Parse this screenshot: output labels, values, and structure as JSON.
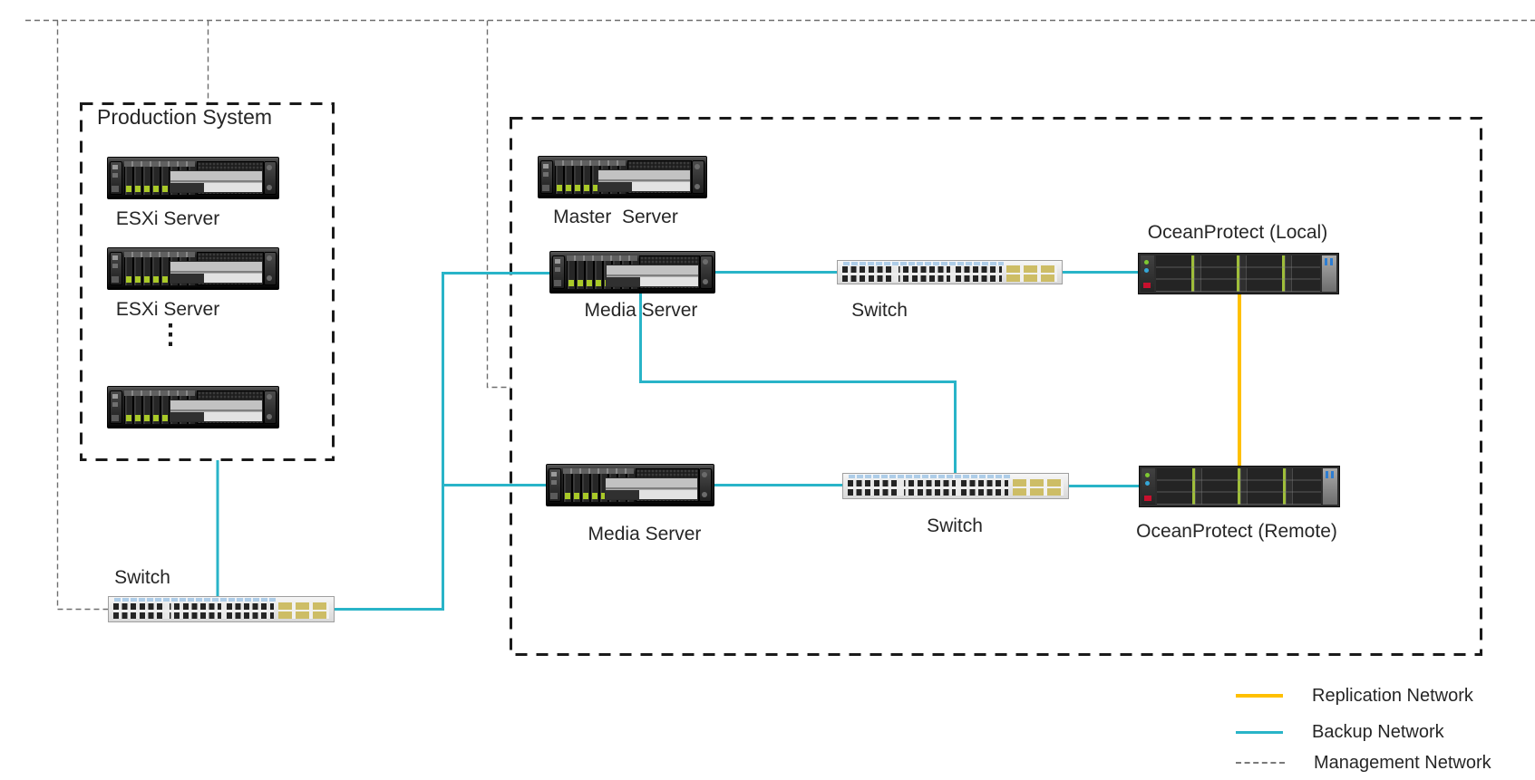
{
  "colors": {
    "replication": "#FFC000",
    "backup": "#29B4C8",
    "management": "#6E6E6E",
    "box": "#1A1A1A",
    "text": "#262626"
  },
  "production": {
    "title": "Production System",
    "esxi1_label": "ESXi Server",
    "esxi2_label": "ESXi Server",
    "more_indicator": "⋮",
    "switch_label": "Switch"
  },
  "backup_system": {
    "master_label": "Master  Server",
    "media1_label": "Media Server",
    "media2_label": "Media Server",
    "switch1_label": "Switch",
    "switch2_label": "Switch",
    "oceanprotect_local_label": "OceanProtect (Local)",
    "oceanprotect_remote_label": "OceanProtect (Remote)"
  },
  "legend": [
    {
      "label": "Replication Network",
      "color": "#FFC000",
      "style": "solid"
    },
    {
      "label": "Backup Network",
      "color": "#29B4C8",
      "style": "solid"
    },
    {
      "label": "Management Network",
      "color": "#7A7A7A",
      "style": "dashed"
    }
  ]
}
